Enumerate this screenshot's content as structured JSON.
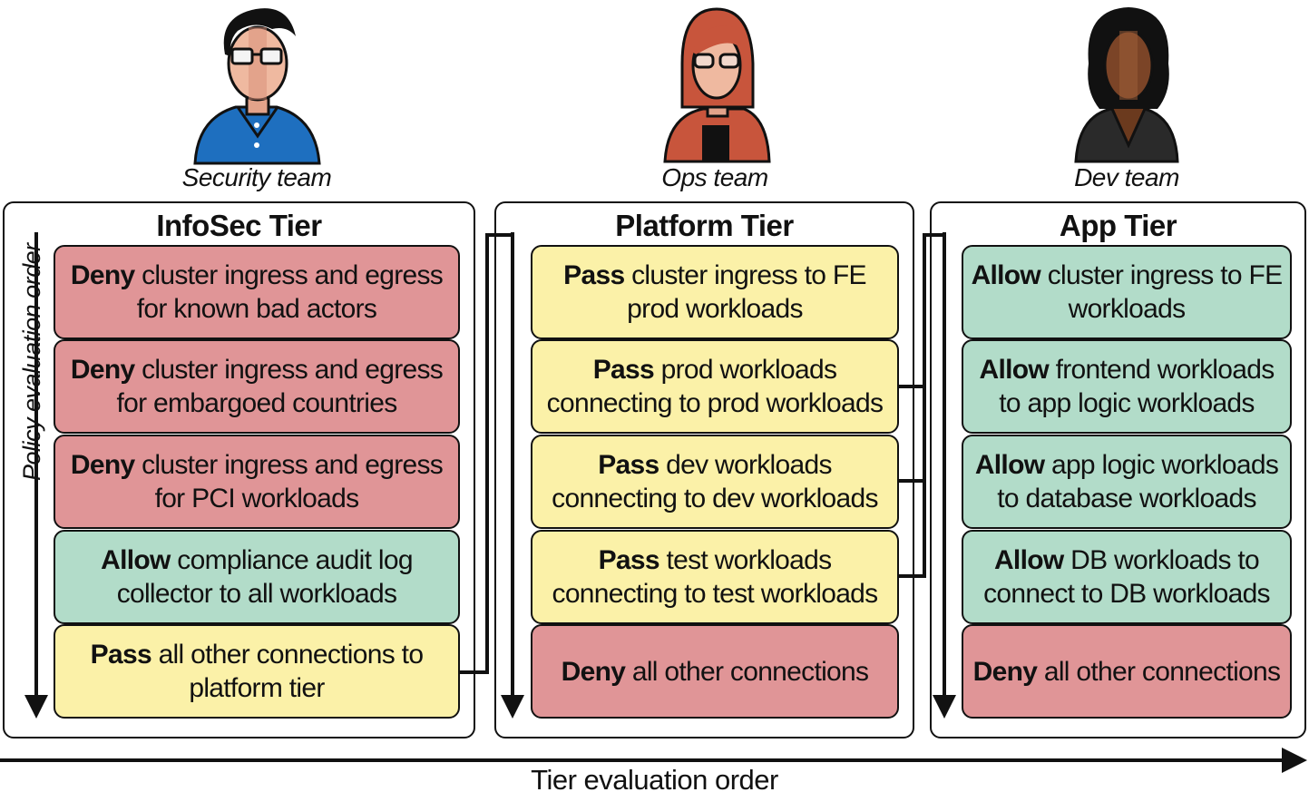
{
  "teams": [
    {
      "label": "Security team",
      "icon": "security-person-icon"
    },
    {
      "label": "Ops team",
      "icon": "ops-person-icon"
    },
    {
      "label": "Dev team",
      "icon": "dev-person-icon"
    }
  ],
  "tiers": [
    {
      "title": "InfoSec Tier",
      "rules": [
        {
          "action": "Deny",
          "text": " cluster ingress and egress for known bad actors",
          "kind": "deny"
        },
        {
          "action": "Deny",
          "text": " cluster ingress and egress for embargoed countries",
          "kind": "deny"
        },
        {
          "action": "Deny",
          "text": " cluster ingress and egress for PCI workloads",
          "kind": "deny"
        },
        {
          "action": "Allow",
          "text": " compliance audit log collector to all workloads",
          "kind": "allow"
        },
        {
          "action": "Pass",
          "text": " all other connections to platform tier",
          "kind": "pass"
        }
      ]
    },
    {
      "title": "Platform Tier",
      "rules": [
        {
          "action": "Pass",
          "text": " cluster ingress to FE prod workloads",
          "kind": "pass"
        },
        {
          "action": "Pass",
          "text": " prod workloads connecting to prod workloads",
          "kind": "pass"
        },
        {
          "action": "Pass",
          "text": " dev workloads connecting to dev workloads",
          "kind": "pass"
        },
        {
          "action": "Pass",
          "text": " test workloads connecting to test workloads",
          "kind": "pass"
        },
        {
          "action": "Deny",
          "text": " all other connections",
          "kind": "deny"
        }
      ]
    },
    {
      "title": "App Tier",
      "rules": [
        {
          "action": "Allow",
          "text": " cluster ingress to FE workloads",
          "kind": "allow"
        },
        {
          "action": "Allow",
          "text": " frontend workloads to app logic workloads",
          "kind": "allow"
        },
        {
          "action": "Allow",
          "text": " app logic workloads to database workloads",
          "kind": "allow"
        },
        {
          "action": "Allow",
          "text": " DB workloads to connect to DB workloads",
          "kind": "allow"
        },
        {
          "action": "Deny",
          "text": " all other connections",
          "kind": "deny"
        }
      ]
    }
  ],
  "axis": {
    "vertical": "Policy evaluation order",
    "horizontal": "Tier evaluation order"
  },
  "colors": {
    "deny": "#e09597",
    "pass": "#fbf1a8",
    "allow": "#b2dcc9",
    "line": "#111111"
  }
}
